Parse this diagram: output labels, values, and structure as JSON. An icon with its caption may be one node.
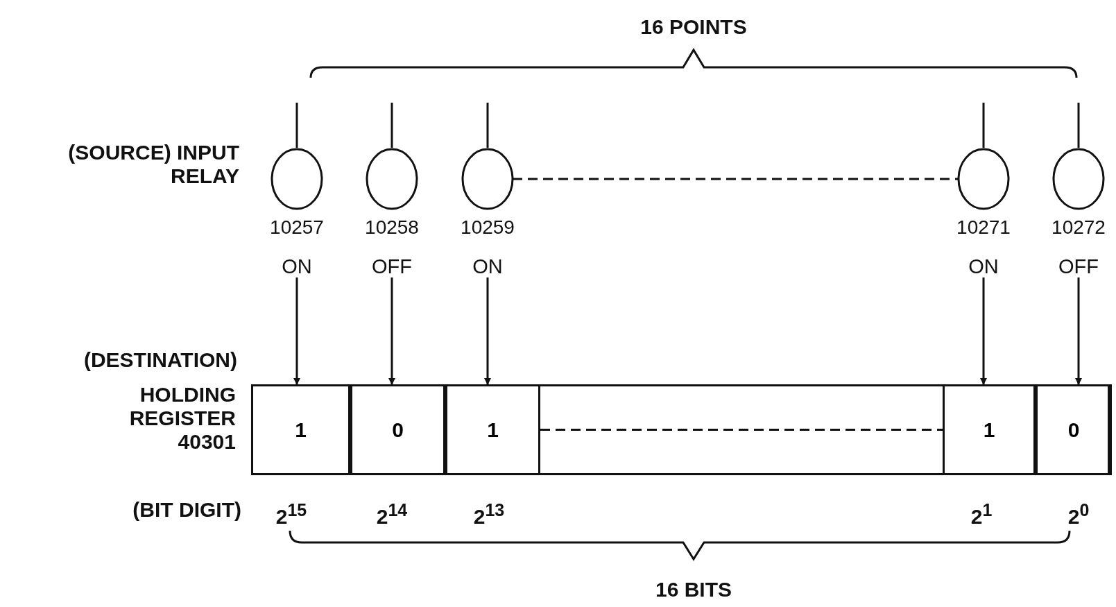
{
  "diagram": {
    "nodes": [
      {
        "text": [],
        "shape": "circle",
        "beside": [
          "10257",
          "ON"
        ]
      },
      {
        "text": [],
        "shape": "circle",
        "beside": [
          "10258",
          "OFF"
        ]
      },
      {
        "text": [],
        "shape": "circle",
        "beside": [
          "10259",
          "ON"
        ]
      },
      {
        "text": [],
        "shape": "circle",
        "beside": [
          "10271",
          "ON"
        ]
      },
      {
        "text": [],
        "shape": "circle",
        "beside": [
          "10272",
          "OFF"
        ]
      },
      {
        "text": [],
        "shape": "box"
      },
      {
        "text": [
          "1"
        ],
        "in": 5
      },
      {
        "text": [
          "0"
        ],
        "in": 5
      },
      {
        "text": [
          "1"
        ],
        "in": 5
      },
      {
        "text": [
          "1"
        ],
        "in": 5
      },
      {
        "text": [
          "0"
        ],
        "in": 5
      }
    ],
    "edges": [
      {
        "from": 0,
        "to": 6,
        "arrow": "to"
      },
      {
        "from": 1,
        "to": 7,
        "arrow": "to"
      },
      {
        "from": 2,
        "to": 8,
        "arrow": "to"
      },
      {
        "from": 3,
        "to": 9,
        "arrow": "to"
      },
      {
        "from": 4,
        "to": 10,
        "arrow": "to"
      },
      {
        "from": 2,
        "to": 3,
        "arrow": "none",
        "style": "dashed"
      },
      {
        "from": 8,
        "to": 9,
        "arrow": "none",
        "style": "dashed"
      }
    ],
    "labels": [
      "16 POINTS",
      "(SOURCE) INPUT RELAY",
      "(DESTINATION)",
      "HOLDING REGISTER 40301",
      "(BIT DIGIT)",
      "2$^{15}$",
      "2$^{14}$",
      "2$^{13}$",
      "2$^{1}$",
      "2$^{0}$",
      "16 BITS"
    ]
  }
}
